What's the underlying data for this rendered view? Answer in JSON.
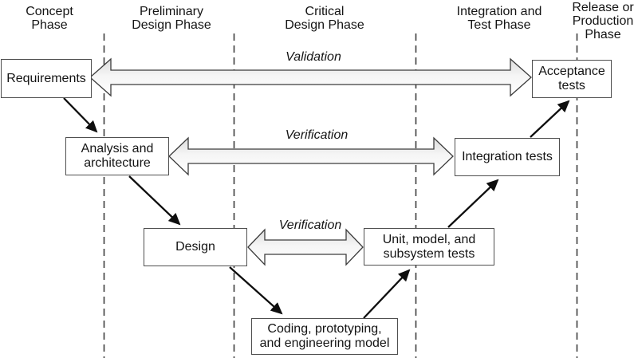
{
  "phases": [
    {
      "id": "concept",
      "lines": [
        "Concept",
        "Phase"
      ]
    },
    {
      "id": "preliminary",
      "lines": [
        "Preliminary",
        "Design Phase"
      ]
    },
    {
      "id": "critical",
      "lines": [
        "Critical",
        "Design Phase"
      ]
    },
    {
      "id": "integration",
      "lines": [
        "Integration and",
        "Test Phase"
      ]
    },
    {
      "id": "release",
      "lines": [
        "Release or",
        "Production",
        "Phase"
      ]
    }
  ],
  "boxes": {
    "requirements": {
      "lines": [
        "Requirements"
      ]
    },
    "analysis": {
      "lines": [
        "Analysis and",
        "architecture"
      ]
    },
    "design": {
      "lines": [
        "Design"
      ]
    },
    "coding": {
      "lines": [
        "Coding, prototyping,",
        "and engineering model"
      ]
    },
    "unit": {
      "lines": [
        "Unit, model, and",
        "subsystem tests"
      ]
    },
    "integration": {
      "lines": [
        "Integration tests"
      ]
    },
    "acceptance": {
      "lines": [
        "Acceptance",
        "tests"
      ]
    }
  },
  "arrow_labels": {
    "validation": "Validation",
    "verification_mid": "Verification",
    "verification_low": "Verification"
  },
  "connections": [
    "requirements -> analysis",
    "analysis -> design",
    "design -> coding",
    "coding -> unit",
    "unit -> integration",
    "integration -> acceptance",
    "requirements <-> acceptance (Validation)",
    "analysis <-> integration (Verification)",
    "design <-> unit (Verification)"
  ],
  "colors": {
    "ink": "#141414",
    "box_border": "#4f4f4f",
    "dash_line": "#3d3d3d",
    "arrow_outline": "#3c3c3c",
    "flow_arrow": "#0e0e0e",
    "bg": "#ffffff"
  }
}
